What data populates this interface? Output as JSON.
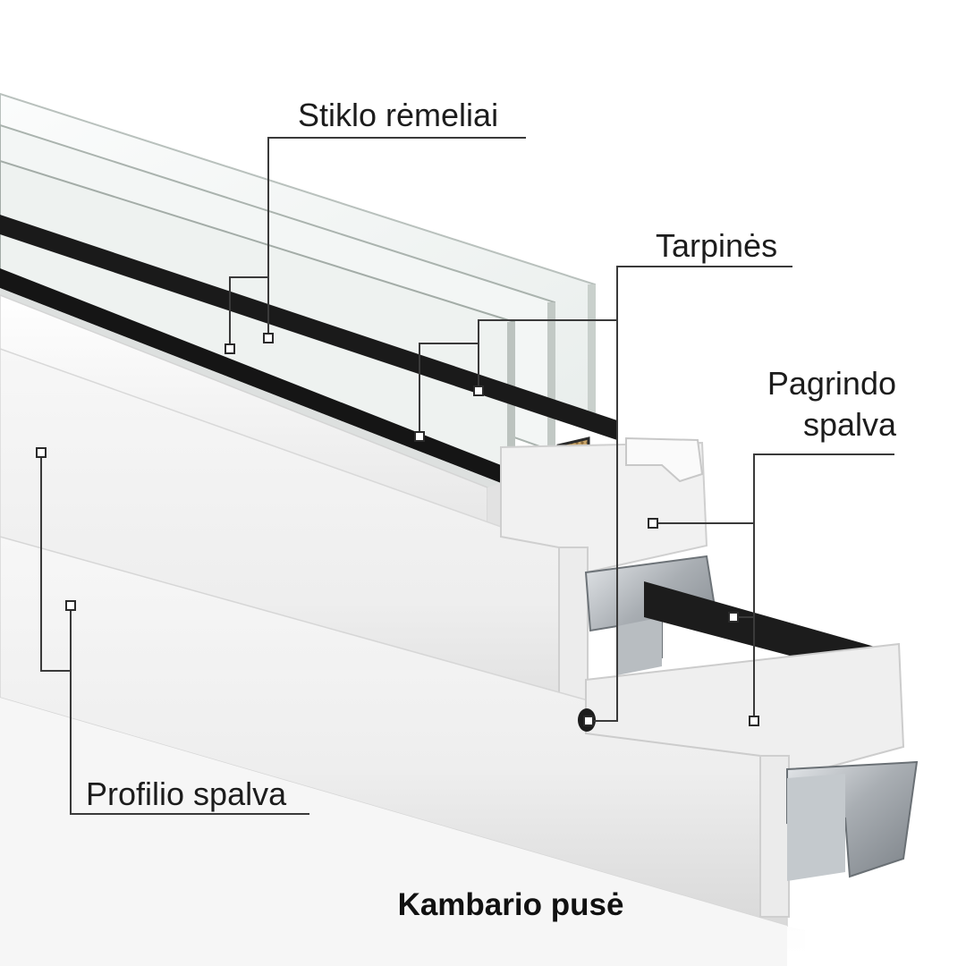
{
  "labels": {
    "glass_frames": "Stiklo rėmeliai",
    "gaskets": "Tarpinės",
    "base_color_line1": "Pagrindo",
    "base_color_line2": "spalva",
    "profile_color": "Profilio spalva"
  },
  "caption": "Kambario pusė",
  "colors": {
    "profile_white": "#f4f4f4",
    "profile_shadow": "#d6d6d6",
    "gasket_black": "#141414",
    "steel": "#9ea3a8",
    "glass_edge": "#9aa39f",
    "spacer_gold": "#c9a56a",
    "leader_line": "#3a3a3a"
  }
}
